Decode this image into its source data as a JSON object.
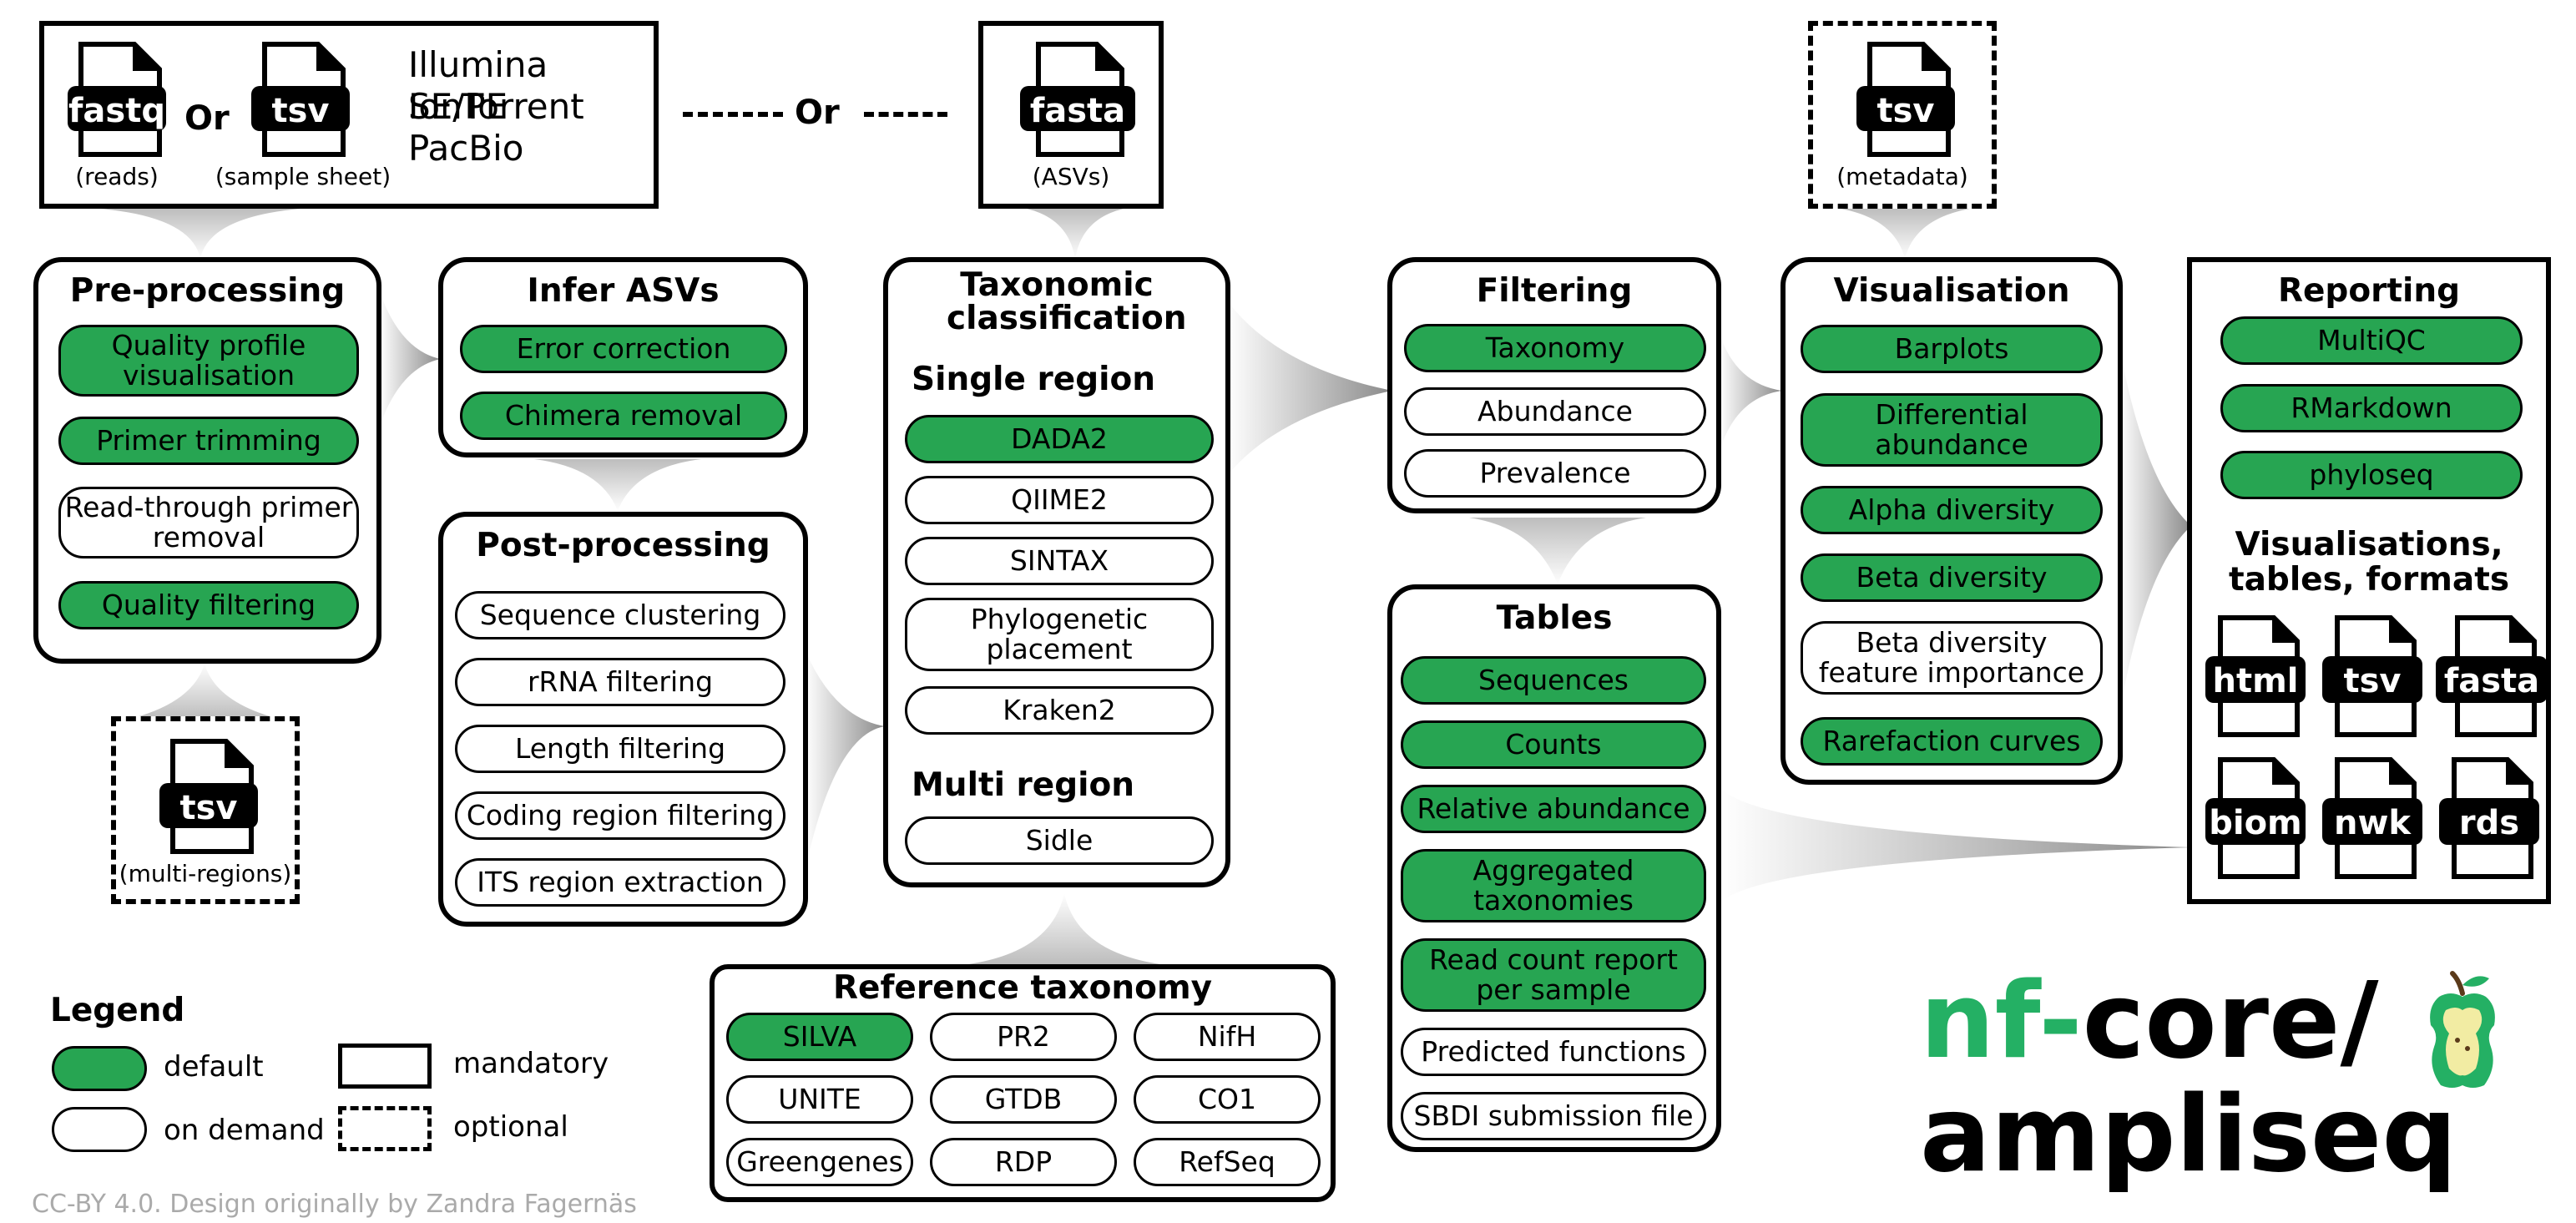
{
  "colors": {
    "default_fill": "#27a552",
    "brand_green": "#24b064",
    "outline": "#000000",
    "connector_dark": "#999999",
    "footer": "#aaaaaa"
  },
  "inputs": {
    "reads_label": "fastq",
    "reads_caption": "(reads)",
    "or1": "Or",
    "sheet_label": "tsv",
    "sheet_caption": "(sample sheet)",
    "platforms": [
      "Illumina SE/PE",
      "IonTorrent",
      "PacBio"
    ],
    "or2": "Or",
    "asv_label": "fasta",
    "asv_caption": "(ASVs)",
    "meta_label": "tsv",
    "meta_caption": "(metadata)",
    "multi_label": "tsv",
    "multi_caption": "(multi-regions)"
  },
  "preprocessing": {
    "title": "Pre-processing",
    "items": [
      {
        "label": "Quality profile visualisation",
        "default": true
      },
      {
        "label": "Primer trimming",
        "default": true
      },
      {
        "label": "Read-through primer removal",
        "default": false
      },
      {
        "label": "Quality filtering",
        "default": true
      }
    ]
  },
  "infer": {
    "title": "Infer ASVs",
    "items": [
      {
        "label": "Error correction",
        "default": true
      },
      {
        "label": "Chimera removal",
        "default": true
      }
    ]
  },
  "postprocessing": {
    "title": "Post-processing",
    "items": [
      {
        "label": "Sequence clustering",
        "default": false
      },
      {
        "label": "rRNA filtering",
        "default": false
      },
      {
        "label": "Length filtering",
        "default": false
      },
      {
        "label": "Coding region filtering",
        "default": false
      },
      {
        "label": "ITS region extraction",
        "default": false
      }
    ]
  },
  "taxonomic": {
    "title": "Taxonomic classification",
    "single_title": "Single region",
    "single_items": [
      {
        "label": "DADA2",
        "default": true
      },
      {
        "label": "QIIME2",
        "default": false
      },
      {
        "label": "SINTAX",
        "default": false
      },
      {
        "label": "Phylogenetic placement",
        "default": false
      },
      {
        "label": "Kraken2",
        "default": false
      }
    ],
    "multi_title": "Multi region",
    "multi_items": [
      {
        "label": "Sidle",
        "default": false
      }
    ]
  },
  "reference": {
    "title": "Reference taxonomy",
    "items": [
      {
        "label": "SILVA",
        "default": true
      },
      {
        "label": "PR2",
        "default": false
      },
      {
        "label": "NifH",
        "default": false
      },
      {
        "label": "UNITE",
        "default": false
      },
      {
        "label": "GTDB",
        "default": false
      },
      {
        "label": "CO1",
        "default": false
      },
      {
        "label": "Greengenes",
        "default": false
      },
      {
        "label": "RDP",
        "default": false
      },
      {
        "label": "RefSeq",
        "default": false
      }
    ]
  },
  "filtering": {
    "title": "Filtering",
    "items": [
      {
        "label": "Taxonomy",
        "default": true
      },
      {
        "label": "Abundance",
        "default": false
      },
      {
        "label": "Prevalence",
        "default": false
      }
    ]
  },
  "tables": {
    "title": "Tables",
    "items": [
      {
        "label": "Sequences",
        "default": true
      },
      {
        "label": "Counts",
        "default": true
      },
      {
        "label": "Relative abundance",
        "default": true
      },
      {
        "label": "Aggregated taxonomies",
        "default": true
      },
      {
        "label": "Read count report per sample",
        "default": true
      },
      {
        "label": "Predicted functions",
        "default": false
      },
      {
        "label": "SBDI submission file",
        "default": false
      }
    ]
  },
  "visualisation": {
    "title": "Visualisation",
    "items": [
      {
        "label": "Barplots",
        "default": true
      },
      {
        "label": "Differential abundance",
        "default": true
      },
      {
        "label": "Alpha diversity",
        "default": true
      },
      {
        "label": "Beta diversity",
        "default": true
      },
      {
        "label": "Beta diversity feature importance",
        "default": false
      },
      {
        "label": "Rarefaction curves",
        "default": true
      }
    ]
  },
  "reporting": {
    "title": "Reporting",
    "items": [
      {
        "label": "MultiQC",
        "default": true
      },
      {
        "label": "RMarkdown",
        "default": true
      },
      {
        "label": "phyloseq",
        "default": true
      }
    ],
    "formats_title": "Visualisations, tables, formats",
    "formats": [
      "html",
      "tsv",
      "fasta",
      "biom",
      "nwk",
      "rds"
    ]
  },
  "legend": {
    "title": "Legend",
    "default": "default",
    "on_demand": "on demand",
    "mandatory": "mandatory",
    "optional": "optional"
  },
  "logo": {
    "prefix": "nf",
    "dash": "-",
    "core": "core/",
    "name": "ampliseq"
  },
  "footer": "CC-BY 4.0. Design originally by Zandra Fagernäs"
}
